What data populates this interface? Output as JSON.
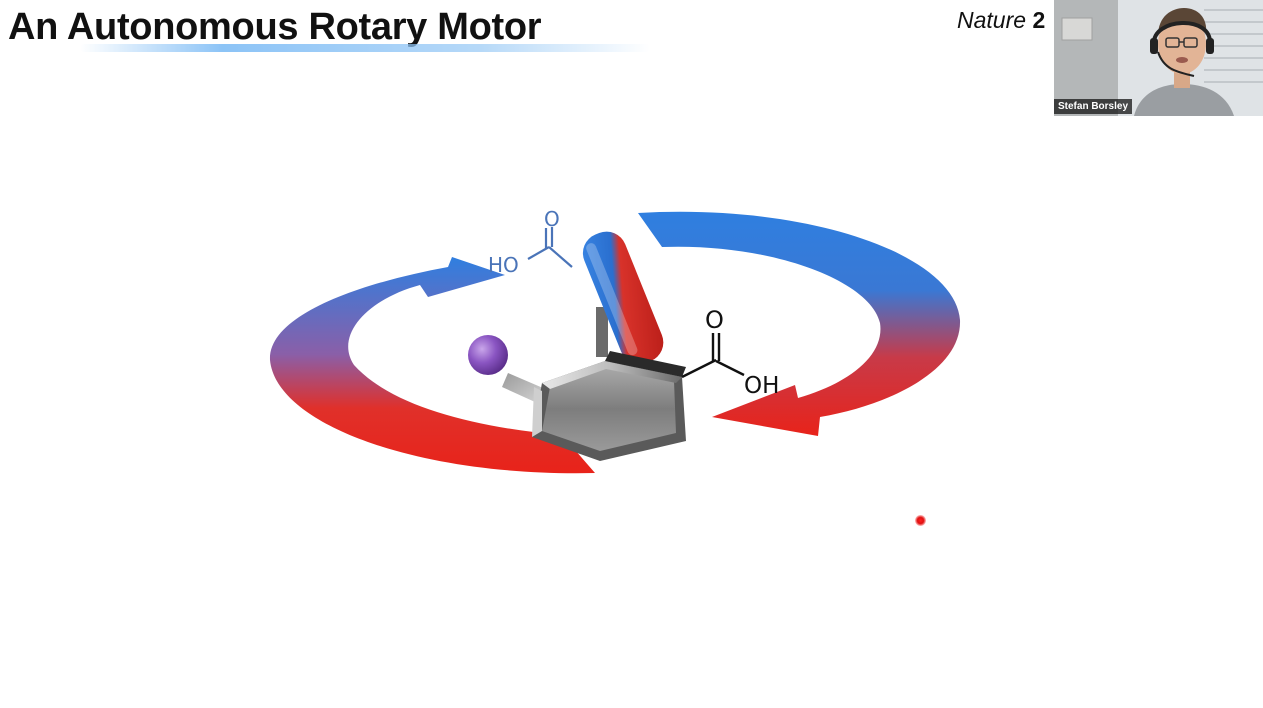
{
  "slide": {
    "title": "An Autonomous Rotary Motor",
    "citation_journal": "Nature",
    "citation_year_visible": "2"
  },
  "figure": {
    "labels": {
      "top_carbonyl_o": "O",
      "top_hydroxyl": "HO",
      "right_carbonyl_o": "O",
      "right_hydroxyl": "OH"
    },
    "colors": {
      "arrow_blue": "#3b7fd6",
      "arrow_red": "#e5261c",
      "top_acid_label": "#4a74b8",
      "atom_purple": "#7a4ab0",
      "ring_gray": "#8e8e8e"
    }
  },
  "webcam": {
    "participant_name": "Stefan Borsley"
  }
}
